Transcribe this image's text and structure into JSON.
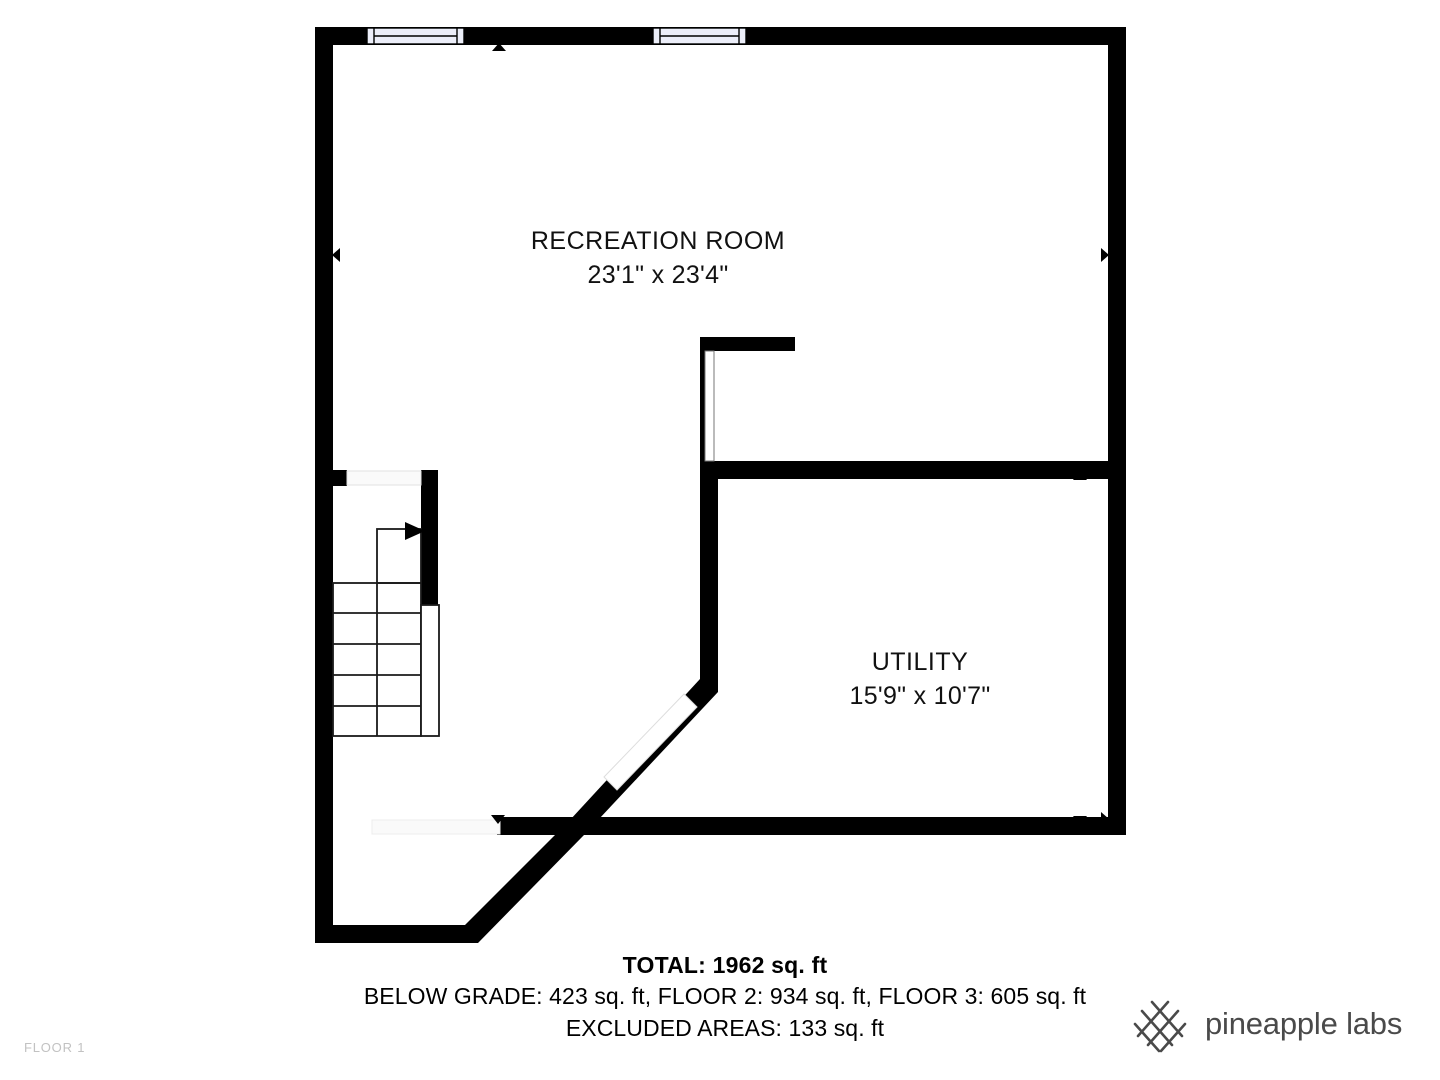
{
  "page": {
    "background_color": "#ffffff",
    "wall_color": "#000000",
    "window_fill_color": "#ececf8",
    "logo_color": "#4a4a4a",
    "floor_indicator_color": "#c2c2c2"
  },
  "floor_indicator": "FLOOR 1",
  "rooms": [
    {
      "key": "recreation_room",
      "name": "RECREATION ROOM",
      "dimensions": "23'1\" x 23'4\""
    },
    {
      "key": "utility",
      "name": "UTILITY",
      "dimensions": "15'9\" x 10'7\""
    }
  ],
  "summary": {
    "total": "TOTAL: 1962 sq. ft",
    "breakdown": "BELOW GRADE: 423 sq. ft, FLOOR 2: 934 sq. ft, FLOOR 3: 605 sq. ft",
    "excluded": "EXCLUDED AREAS: 133 sq. ft"
  },
  "brand": {
    "name": "pineapple labs",
    "mark": "lattice-crosshatch-icon"
  },
  "features": {
    "windows": 2,
    "staircase_treads": 5,
    "doorways": 3,
    "dimension_markers": 8
  }
}
